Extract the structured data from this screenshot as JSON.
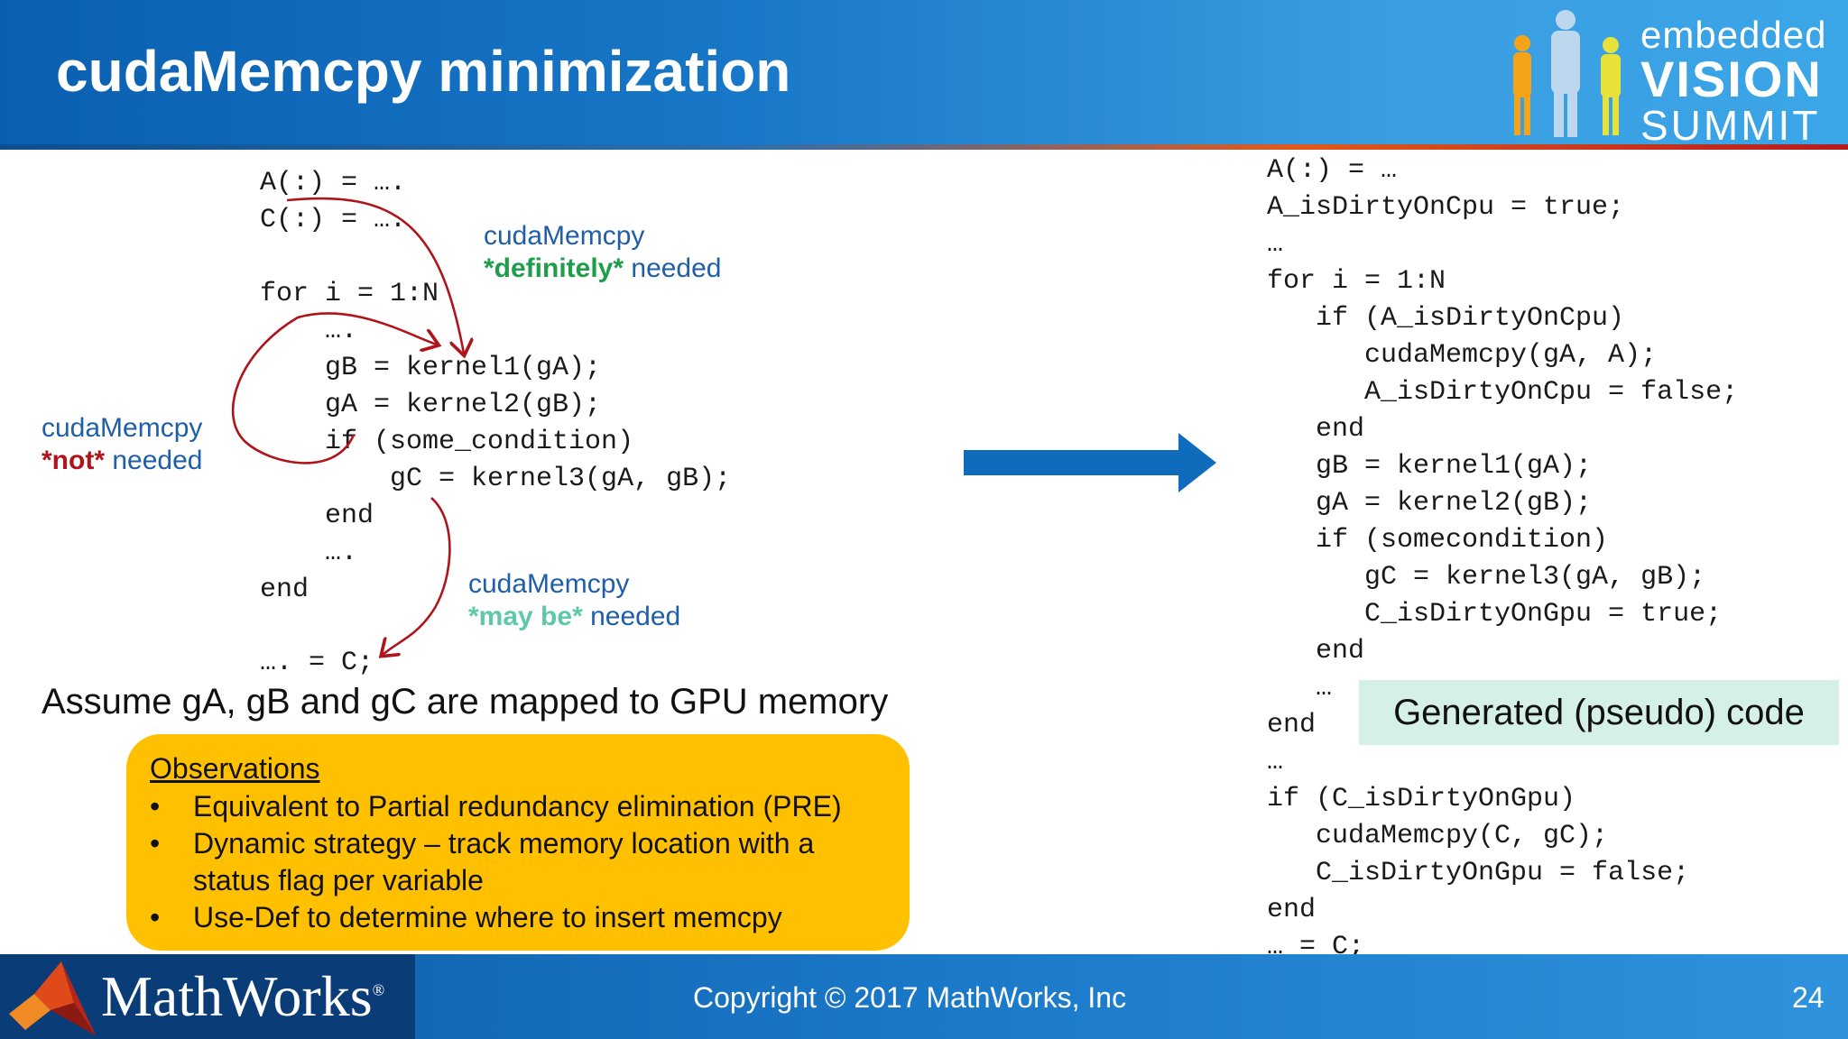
{
  "slide": {
    "title": "cudaMemcpy minimization",
    "page_number": "24",
    "copyright": "Copyright © 2017 MathWorks, Inc"
  },
  "branding": {
    "evs_embedded": "embedded",
    "evs_vision": "VISION",
    "evs_summit": "SUMMIT",
    "mathworks": "MathWorks",
    "mathworks_mark": "®"
  },
  "left_code": {
    "line1": "A(:) = ….",
    "line2": "C(:) = ….",
    "line3": "for i = 1:N",
    "line4": "    ….",
    "line5": "    gB = kernel1(gA);",
    "line6": "    gA = kernel2(gB);",
    "line7": "    if (some_condition)",
    "line8": "        gC = kernel3(gA, gB);",
    "line9": "    end",
    "line10": "    ….",
    "line11": "end",
    "line12": "…. = C;"
  },
  "annotations": {
    "definitely": {
      "prefix": "cudaMemcpy",
      "emph": "*definitely*",
      "suffix": " needed"
    },
    "not": {
      "prefix": "cudaMemcpy",
      "emph": "*not*",
      "suffix": " needed"
    },
    "maybe": {
      "prefix": "cudaMemcpy",
      "emph": "*may be*",
      "suffix": " needed"
    }
  },
  "assume_text": "Assume gA, gB and gC are mapped to GPU memory",
  "observations": {
    "title": "Observations",
    "items": [
      "Equivalent to Partial redundancy elimination (PRE)",
      "Dynamic strategy – track memory location with a status flag per variable",
      "Use-Def to determine where to insert memcpy"
    ]
  },
  "generated_label": "Generated (pseudo) code",
  "right_code": {
    "l1": "A(:) = …",
    "l2": "A_isDirtyOnCpu = true;",
    "l3": "…",
    "l4": "for i = 1:N",
    "l5": "   if (A_isDirtyOnCpu)",
    "l6": "      cudaMemcpy(gA, A);",
    "l7": "      A_isDirtyOnCpu = false;",
    "l8": "   end",
    "l9": "   gB = kernel1(gA);",
    "l10": "   gA = kernel2(gB);",
    "l11": "   if (somecondition)",
    "l12": "      gC = kernel3(gA, gB);",
    "l13": "      C_isDirtyOnGpu = true;",
    "l14": "   end",
    "l15": "   …",
    "l16": "end",
    "l17": "…",
    "l18": "if (C_isDirtyOnGpu)",
    "l19": "   cudaMemcpy(C, gC);",
    "l20": "   C_isDirtyOnGpu = false;",
    "l21": "end",
    "l22": "… = C;"
  },
  "colors": {
    "header_blue": "#1877c8",
    "accent_red": "#b0141b",
    "accent_green": "#1e9e4a",
    "accent_teal": "#5fc8a8",
    "annotation_blue": "#1f5ea8",
    "observation_box": "#ffc000",
    "generated_label_bg": "#d5f0e6",
    "arrow_blue": "#0f6cbd"
  }
}
